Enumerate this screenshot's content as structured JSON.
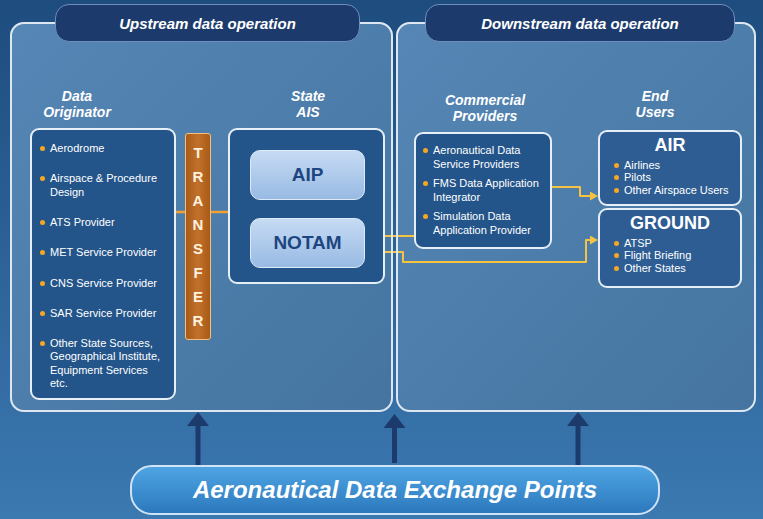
{
  "diagram": {
    "nodes": [
      {
        "text": [
          "Upstream data operation"
        ]
      },
      {
        "text": [
          "Data Originator",
          "Aerodrome",
          "Airspace & Procedure Design",
          "ATS Provider",
          "MET Service Provider",
          "CNS Service Provider",
          "SAR Service Provider",
          "Other State Sources, Geographical Institute, Equipment Services etc."
        ],
        "in": 0
      },
      {
        "text": [
          "TRANSFER"
        ],
        "in": 0
      },
      {
        "text": [
          "State AIS"
        ],
        "in": 0
      },
      {
        "text": [
          "AIP"
        ],
        "in": 3
      },
      {
        "text": [
          "NOTAM"
        ],
        "in": 3
      },
      {
        "text": [
          "Downstream data operation"
        ]
      },
      {
        "text": [
          "Commercial Providers",
          "Aeronautical Data Service Providers",
          "FMS Data Application Integrator",
          "Simulation Data Application Provider"
        ],
        "in": 6
      },
      {
        "text": [
          "AIR",
          "Airlines",
          "Pilots",
          "Other Airspace Users"
        ],
        "in": 6
      },
      {
        "text": [
          "GROUND",
          "ATSP",
          "Flight Briefing",
          "Other States"
        ],
        "in": 6
      },
      {
        "text": [
          "Aeronautical Data Exchange Points"
        ]
      }
    ],
    "edges": [
      {
        "from": 1,
        "to": 2,
        "arrow": "none"
      },
      {
        "from": 2,
        "to": 3,
        "arrow": "none"
      },
      {
        "from": 3,
        "to": 7,
        "arrow": "none"
      },
      {
        "from": 3,
        "to": 9,
        "arrow": "to"
      },
      {
        "from": 7,
        "to": 8,
        "arrow": "to"
      },
      {
        "from": 10,
        "to": 0,
        "arrow": "to"
      },
      {
        "from": 10,
        "to": 6,
        "arrow": "to"
      }
    ],
    "labels": [
      "End Users"
    ]
  }
}
